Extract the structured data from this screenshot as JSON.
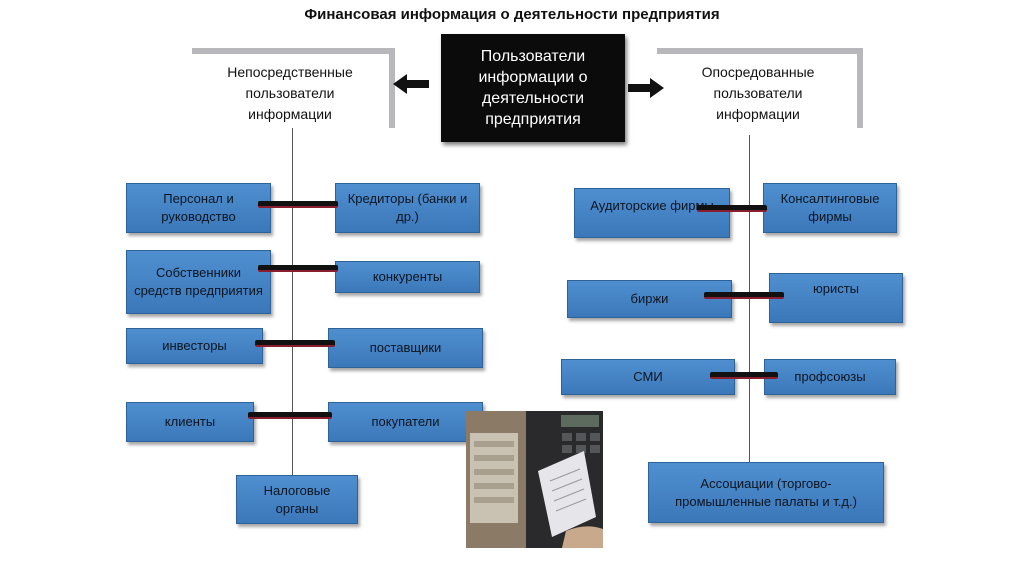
{
  "title": "Финансовая информация о деятельности предприятия",
  "center": "Пользователи информации о деятельности предприятия",
  "left_group": {
    "label": "Непосредственные пользователи информации",
    "left_items": [
      "Персонал и руководство",
      "Собственники средств предприятия",
      "инвесторы",
      "клиенты",
      "Налоговые органы"
    ],
    "right_items": [
      "Кредиторы (банки и др.)",
      "конкуренты",
      "поставщики",
      "покупатели"
    ]
  },
  "right_group": {
    "label": "Опосредованные пользователи информации",
    "left_items": [
      "Аудиторские фирмы",
      "биржи",
      "СМИ"
    ],
    "right_items": [
      "Консалтинговые фирмы",
      "юристы",
      "профсоюзы"
    ],
    "bottom_item": "Ассоциации (торгово-промышленные палаты и т.д.)"
  },
  "colors": {
    "node_fill": "#4a8ace",
    "center_fill": "#0b0b0b",
    "connector_accent": "#8a1d2e"
  }
}
